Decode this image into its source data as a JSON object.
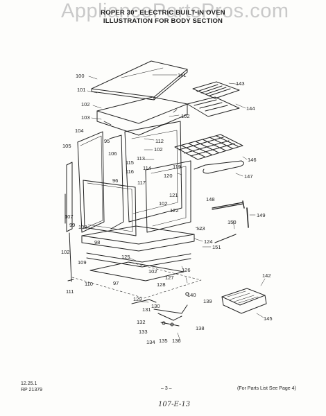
{
  "watermark": "AppliancePartsPros.com",
  "header": {
    "line1": "ROPER 30\" ELECTRIC BUILT-IN OVEN",
    "line2": "ILLUSTRATION FOR BODY SECTION"
  },
  "callouts": {
    "c100": "100",
    "c101": "101",
    "c102a": "102",
    "c103": "103",
    "c104": "104",
    "c105": "105",
    "c95": "95",
    "c106": "106",
    "c96": "96",
    "c107": "107",
    "c99": "99",
    "c108": "108",
    "c102b": "102",
    "c109": "109",
    "c110": "110",
    "c111": "111",
    "c98": "98",
    "c97": "97",
    "c141": "141",
    "c143": "143",
    "c144": "144",
    "c102c": "102",
    "c112": "112",
    "c102d": "102",
    "c113": "113",
    "c115": "115",
    "c114": "114",
    "c116": "116",
    "c117": "117",
    "c146": "146",
    "c119": "119",
    "c147": "147",
    "c120": "120",
    "c121": "121",
    "c102e": "102",
    "c122": "122",
    "c148": "148",
    "c149": "149",
    "c150": "150",
    "c123": "123",
    "c124": "124",
    "c151": "151",
    "c125": "125",
    "c102f": "102",
    "c126": "126",
    "c127": "127",
    "c128": "128",
    "c129": "129",
    "c130": "130",
    "c131": "131",
    "c140": "140",
    "c139": "139",
    "c132": "132",
    "c138": "138",
    "c133": "133",
    "c134": "134",
    "c135": "135",
    "c136": "136",
    "c142": "142",
    "c145": "145"
  },
  "footer": {
    "code1": "12.25.1",
    "code2": "RP 21379",
    "page": "– 3 –",
    "note": "(For Parts List See Page 4)",
    "handwritten": "107-E-13"
  },
  "colors": {
    "ink": "#222222",
    "paper": "#fdfdfb",
    "watermark": "#c9c9c9"
  }
}
